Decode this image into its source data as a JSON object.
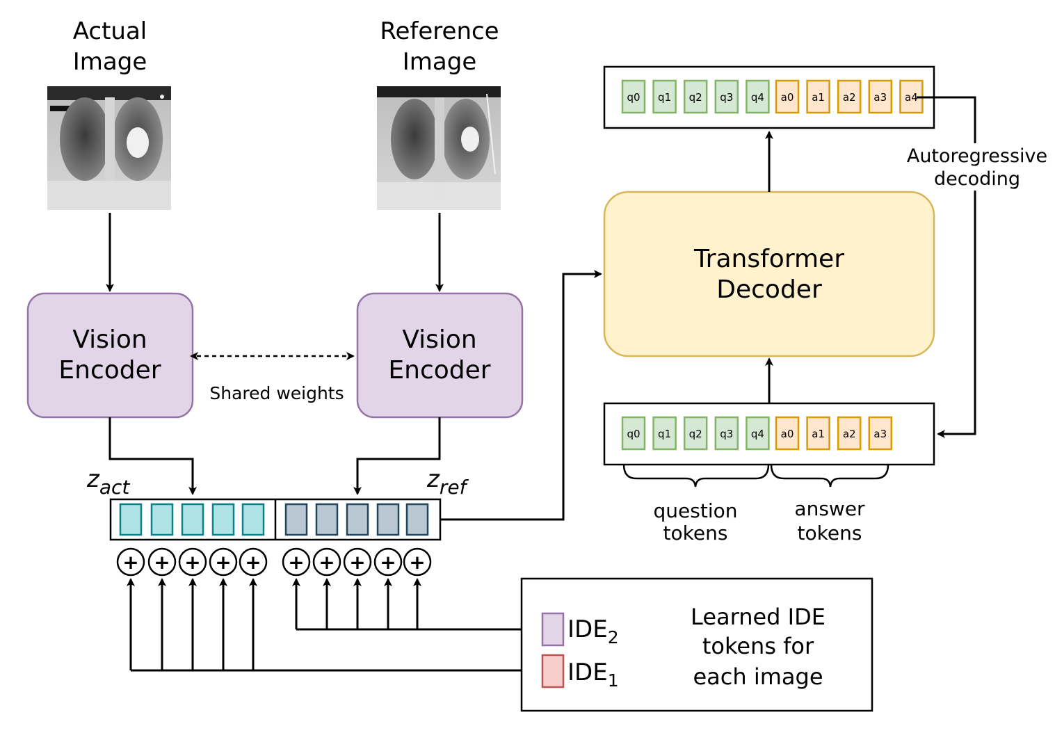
{
  "inputs": {
    "actual_title_line1": "Actual",
    "actual_title_line2": "Image",
    "reference_title_line1": "Reference",
    "reference_title_line2": "Image"
  },
  "encoders": {
    "left_line1": "Vision",
    "left_line2": "Encoder",
    "right_line1": "Vision",
    "right_line2": "Encoder",
    "shared_weights_label": "Shared weights"
  },
  "embeddings": {
    "z_act_base": "z",
    "z_act_sub": "act",
    "z_ref_base": "z",
    "z_ref_sub": "ref",
    "plus_symbol": "+"
  },
  "ide": {
    "ide2_base": "IDE",
    "ide2_sub": "2",
    "ide1_base": "IDE",
    "ide1_sub": "1",
    "desc_line1": "Learned IDE",
    "desc_line2": "tokens for",
    "desc_line3": "each image"
  },
  "decoder": {
    "line1": "Transformer",
    "line2": "Decoder",
    "autoregressive_line1": "Autoregressive",
    "autoregressive_line2": "decoding"
  },
  "output_tokens": {
    "question": [
      "q0",
      "q1",
      "q2",
      "q3",
      "q4"
    ],
    "answer": [
      "a0",
      "a1",
      "a2",
      "a3",
      "a4"
    ]
  },
  "input_tokens": {
    "question": [
      "q0",
      "q1",
      "q2",
      "q3",
      "q4"
    ],
    "answer": [
      "a0",
      "a1",
      "a2",
      "a3"
    ],
    "question_label_line1": "question",
    "question_label_line2": "tokens",
    "answer_label_line1": "answer",
    "answer_label_line2": "tokens"
  },
  "colors": {
    "vision_fill": "#e1d5e7",
    "vision_stroke": "#9673a6",
    "decoder_fill": "#fff2cc",
    "decoder_stroke": "#d6b656",
    "question_token_fill": "#d5e8d4",
    "answer_token_fill": "#ffe6cc",
    "z_act_fill": "#b0e3e6",
    "z_ref_fill": "#bac8d3",
    "ide1_fill": "#f8cecc",
    "ide2_fill": "#e1d5e7"
  }
}
